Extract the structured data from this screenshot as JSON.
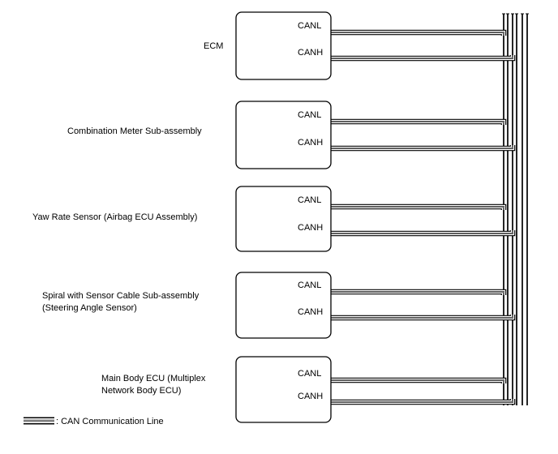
{
  "modules": [
    {
      "name_lines": [
        "ECM"
      ],
      "pin_top": "CANL",
      "pin_bottom": "CANH"
    },
    {
      "name_lines": [
        "Combination Meter Sub-assembly"
      ],
      "pin_top": "CANL",
      "pin_bottom": "CANH"
    },
    {
      "name_lines": [
        "Yaw Rate Sensor (Airbag ECU Assembly)"
      ],
      "pin_top": "CANL",
      "pin_bottom": "CANH"
    },
    {
      "name_lines": [
        "Spiral with Sensor Cable Sub-assembly",
        "(Steering Angle Sensor)"
      ],
      "pin_top": "CANL",
      "pin_bottom": "CANH"
    },
    {
      "name_lines": [
        "Main Body ECU (Multiplex",
        "Network Body ECU)"
      ],
      "pin_top": "CANL",
      "pin_bottom": "CANH"
    }
  ],
  "legend": {
    "text": ": CAN Communication Line"
  }
}
